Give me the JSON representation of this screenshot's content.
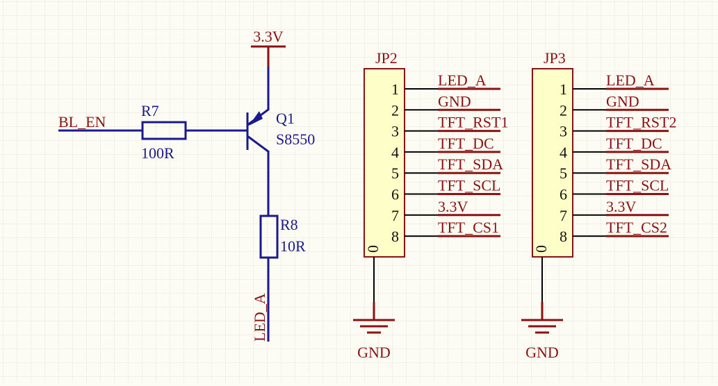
{
  "backlight": {
    "input_net": "BL_EN",
    "supply": "3.3V",
    "r7": {
      "ref": "R7",
      "value": "100R"
    },
    "q1": {
      "ref": "Q1",
      "part": "S8550"
    },
    "r8": {
      "ref": "R8",
      "value": "10R"
    },
    "output_net": "LED_A"
  },
  "connectors": [
    {
      "ref": "JP2",
      "zero_label": "0",
      "gnd_label": "GND",
      "pins": [
        {
          "num": "1",
          "net": "LED_A"
        },
        {
          "num": "2",
          "net": "GND"
        },
        {
          "num": "3",
          "net": "TFT_RST1"
        },
        {
          "num": "4",
          "net": "TFT_DC"
        },
        {
          "num": "5",
          "net": "TFT_SDA"
        },
        {
          "num": "6",
          "net": "TFT_SCL"
        },
        {
          "num": "7",
          "net": "3.3V"
        },
        {
          "num": "8",
          "net": "TFT_CS1"
        }
      ]
    },
    {
      "ref": "JP3",
      "zero_label": "0",
      "gnd_label": "GND",
      "pins": [
        {
          "num": "1",
          "net": "LED_A"
        },
        {
          "num": "2",
          "net": "GND"
        },
        {
          "num": "3",
          "net": "TFT_RST2"
        },
        {
          "num": "4",
          "net": "TFT_DC"
        },
        {
          "num": "5",
          "net": "TFT_SDA"
        },
        {
          "num": "6",
          "net": "TFT_SCL"
        },
        {
          "num": "7",
          "net": "3.3V"
        },
        {
          "num": "8",
          "net": "TFT_CS2"
        }
      ]
    }
  ],
  "colors": {
    "background": "#fcfbf4",
    "grid": "#e9e7dc",
    "net_label": "#8b1212",
    "designator": "#1a1a8c",
    "connector_fill": "#fefec8"
  }
}
